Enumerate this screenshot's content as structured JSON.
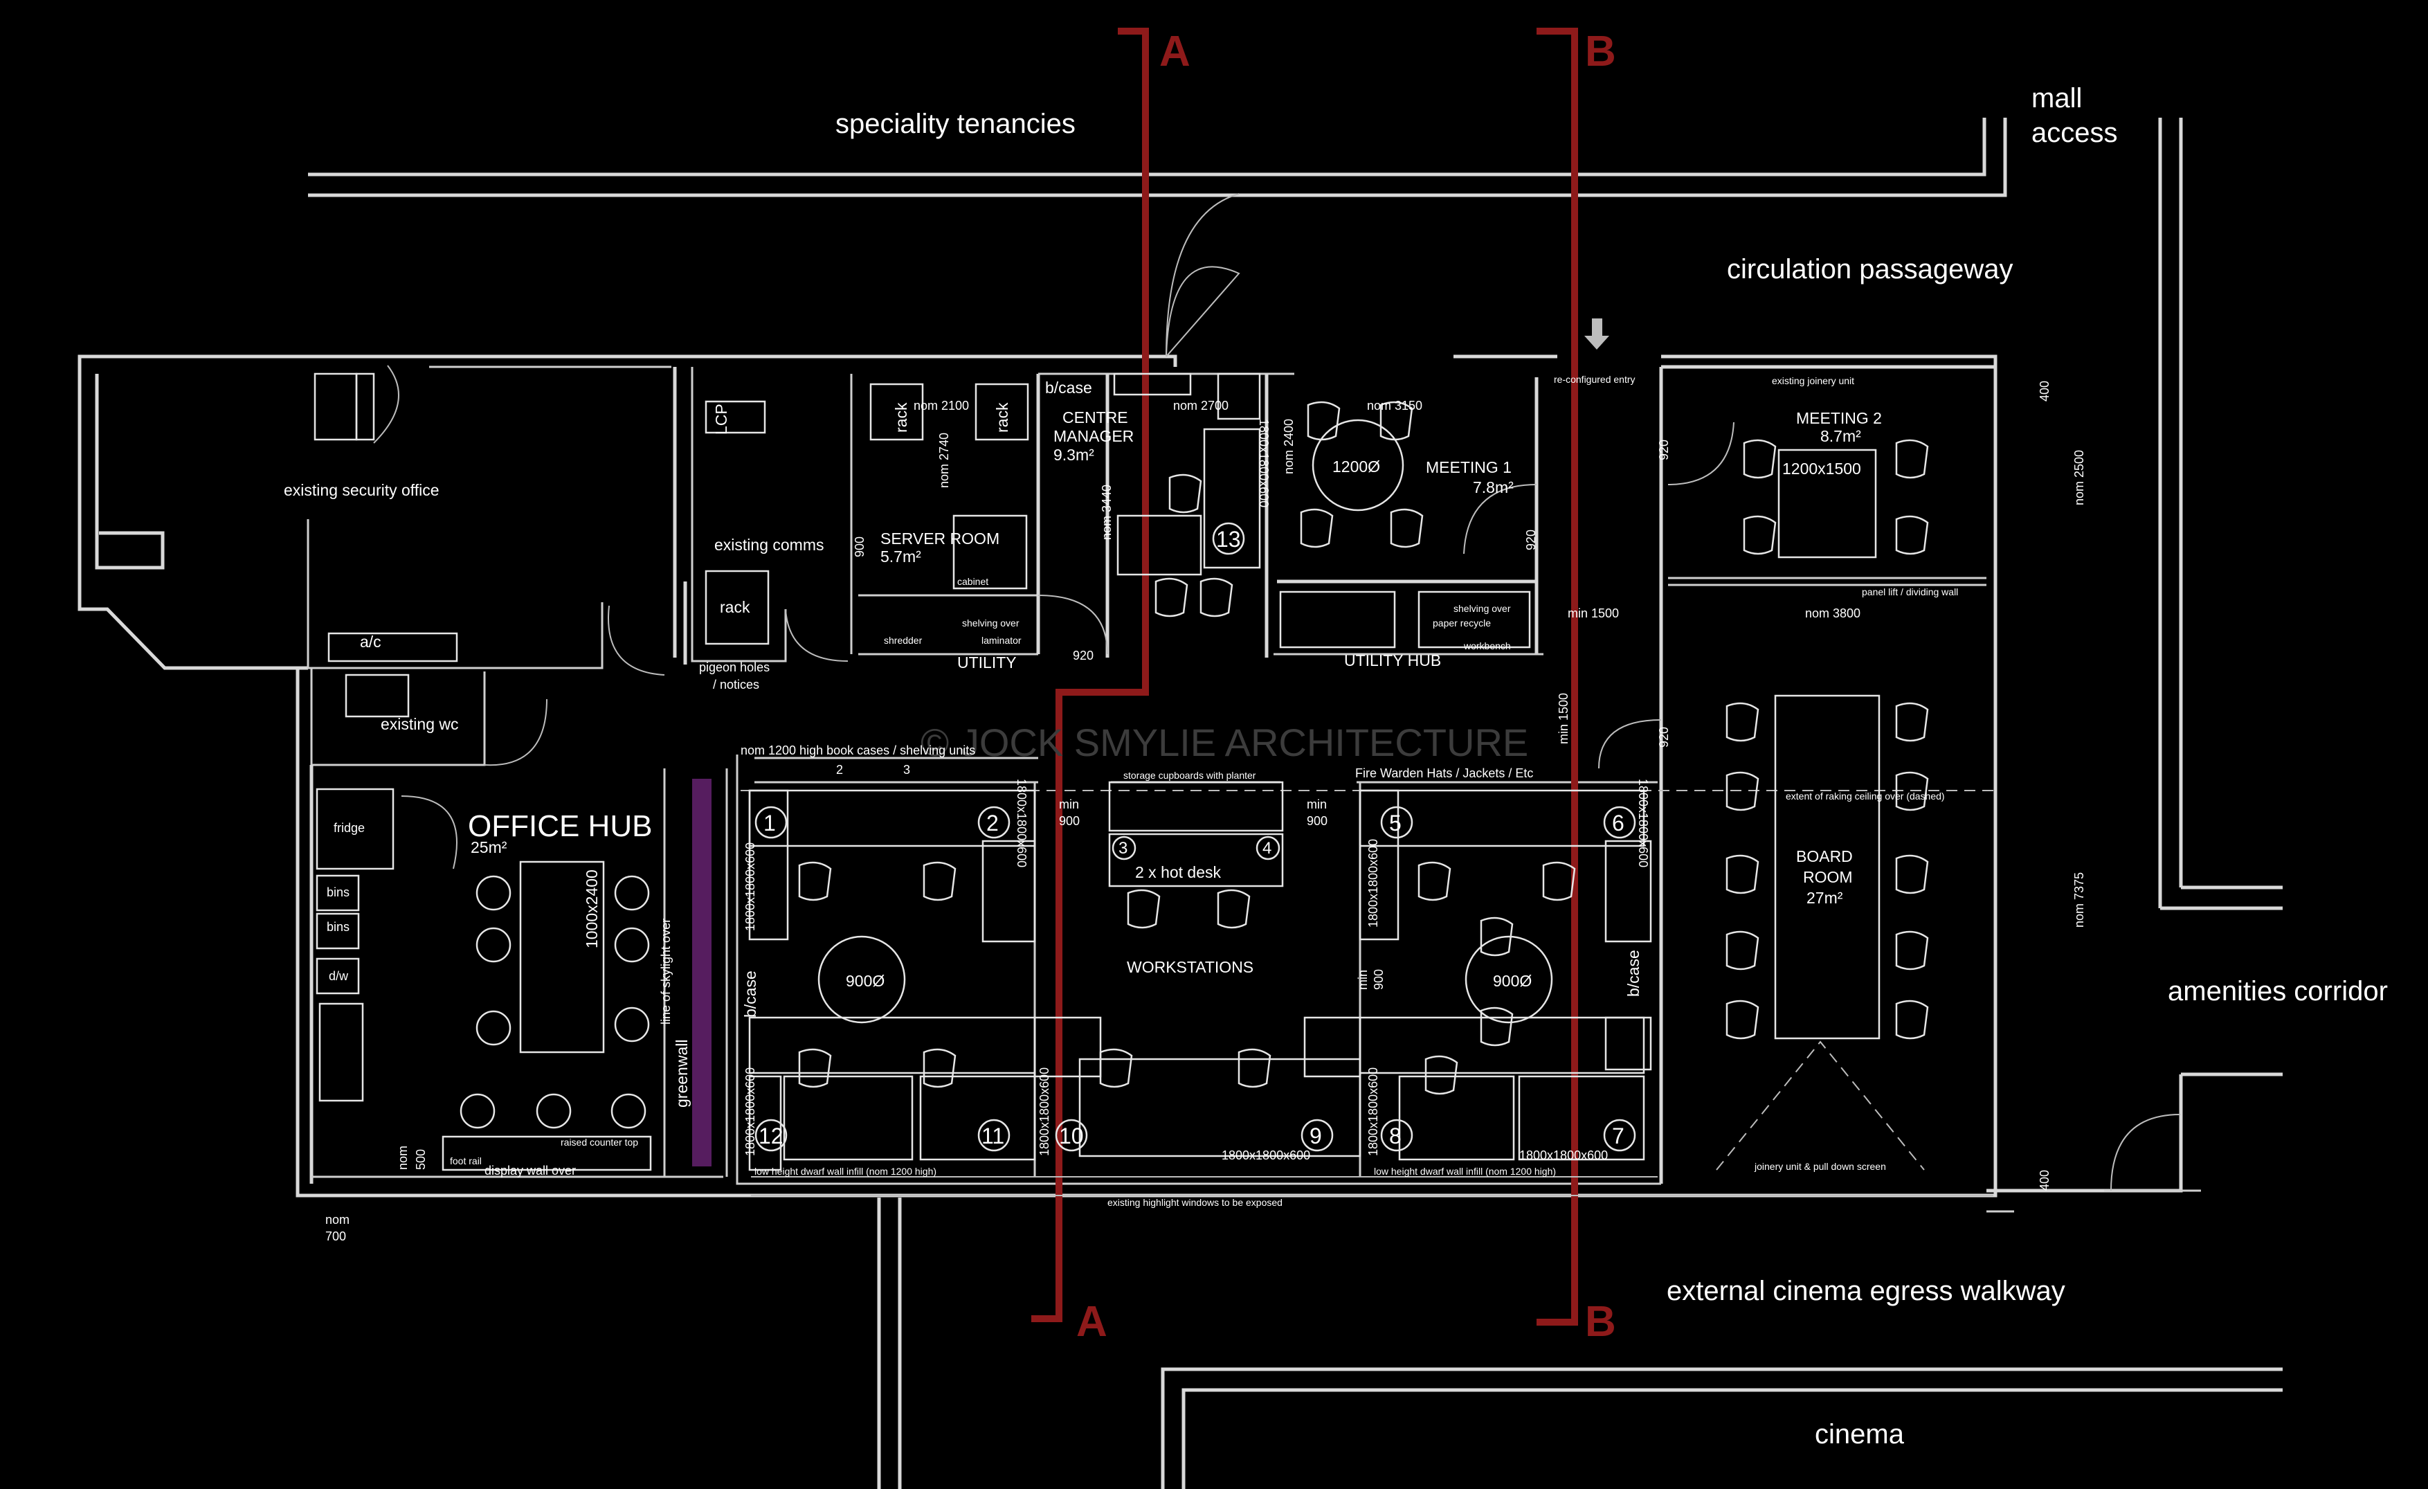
{
  "section_markers": [
    {
      "letter": "A",
      "color": "#8e1a1a"
    },
    {
      "letter": "B",
      "color": "#8e1a1a"
    }
  ],
  "surroundings": {
    "top": "speciality tenancies",
    "mall": [
      "mall",
      "access"
    ],
    "circulation": "circulation passageway",
    "amenities": "amenities corridor",
    "egress": "external cinema egress walkway",
    "cinema": "cinema"
  },
  "watermark": "© JOCK SMYLIE ARCHITECTURE",
  "rooms": {
    "security": "existing security office",
    "ac": "a/c",
    "wc": "existing wc",
    "office_hub": "OFFICE HUB",
    "office_hub_area": "25m²",
    "table_hub": "1000x2400",
    "fridge": "fridge",
    "bins1": "bins",
    "bins2": "bins",
    "dw": "d/w",
    "skylight": "line of skylight over",
    "greenwall": "greenwall",
    "raised": "raised counter top",
    "footrail": "foot rail",
    "display": "display wall over",
    "lcp": "LCP",
    "comms": "existing comms",
    "rack": "rack",
    "pigeon": [
      "pigeon holes",
      "/ notices"
    ],
    "server": "SERVER ROOM",
    "server_area": "5.7m²",
    "cabinet": "cabinet",
    "shredder": "shredder",
    "laminator": "laminator",
    "shelving": "shelving over",
    "utility": "UTILITY",
    "bcase": "b/case",
    "centre_manager": [
      "CENTRE",
      "MANAGER"
    ],
    "cm_area": "9.3m²",
    "meeting1": "MEETING 1",
    "meeting1_area": "7.8m²",
    "table1200": "1200Ø",
    "utility_hub": "UTILITY HUB",
    "paper": "paper recycle",
    "workbench": "workbench",
    "reconfig": "re-configured entry",
    "meeting2": "MEETING 2",
    "meeting2_area": "8.7m²",
    "table1200x1500": "1200x1500",
    "joinery_top": "existing joinery unit",
    "panel_lift": "panel lift / dividing wall",
    "board": [
      "BOARD",
      "ROOM"
    ],
    "board_area": "27m²",
    "raking": "extent of raking ceiling over (dashed)",
    "joinery_bottom": "joinery unit & pull down screen",
    "workstations": "WORKSTATIONS",
    "hotdesk": "2 x hot desk",
    "storage": "storage cupboards with planter",
    "bookcases": "nom 1200 high book cases / shelving units",
    "fire": "Fire Warden Hats / Jackets / Etc",
    "dwarf_wall": "low height dwarf wall infill (nom 1200 high)",
    "windows": "existing highlight windows to be exposed",
    "table900": "900Ø",
    "desk_size": "1800x1800x600"
  },
  "dimensions": {
    "nom2100": "nom 2100",
    "nom2700": "nom 2700",
    "nom3150": "nom 3150",
    "nom2740": "nom 2740",
    "nom3440": "nom 3440",
    "nom2400": "nom 2400",
    "nom1500": "min 1500",
    "nom3800": "nom 3800",
    "nom2500": "nom 2500",
    "nom7375": "nom 7375",
    "d400": "400",
    "d920": "920",
    "d900": "900",
    "min": "min",
    "nom": "nom",
    "d500": "500",
    "d700": "700",
    "min1500v": "min 1500",
    "d2": "2",
    "d3": "3"
  },
  "workstation_numbers": [
    "1",
    "2",
    "3",
    "4",
    "5",
    "6",
    "7",
    "8",
    "9",
    "10",
    "11",
    "12",
    "13"
  ]
}
